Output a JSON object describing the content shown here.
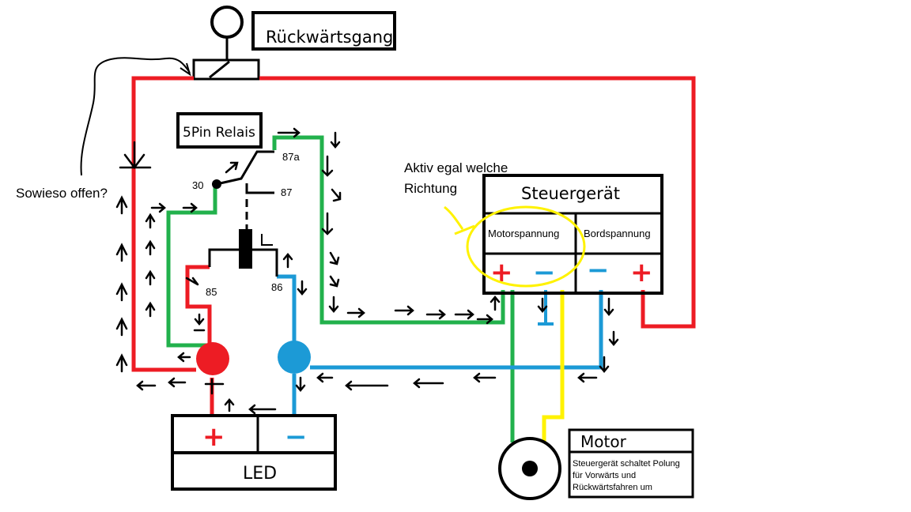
{
  "colors": {
    "red": "#ed1c24",
    "green": "#22b14c",
    "blue": "#1c9ad6",
    "yellow": "#fff200",
    "black": "#000000"
  },
  "labels": {
    "reverse_gear": "Rückwärtsgang",
    "relay": "5Pin Relais",
    "pin_30": "30",
    "pin_87a": "87a",
    "pin_87": "87",
    "pin_85": "85",
    "pin_86": "86",
    "anyway_open": "Sowieso offen?",
    "active_line1": "Aktiv egal welche",
    "active_line2": "Richtung",
    "controller_title": "Steuergerät",
    "motor_voltage": "Motorspannung",
    "board_voltage": "Bordspannung",
    "plus": "+",
    "minus": "−",
    "led": "LED",
    "motor_title": "Motor",
    "motor_note_line1": "Steuergerät schaltet Polung",
    "motor_note_line2": "für Vorwärts und",
    "motor_note_line3": "Rückwärtsfahren um"
  },
  "icons": {
    "reverse_switch_lamp": "circle-lamp-icon",
    "relay_coil": "relay-coil-icon",
    "motor": "motor-icon",
    "flow_arrow": "arrow-icon"
  }
}
